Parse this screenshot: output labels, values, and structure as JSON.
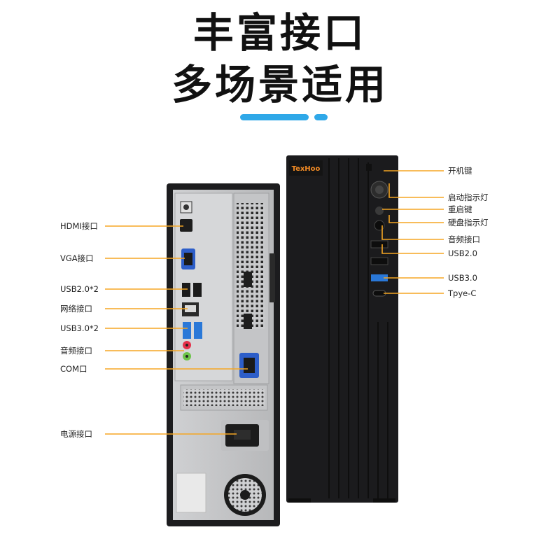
{
  "heading": {
    "line1": "丰富接口",
    "line2": "多场景适用"
  },
  "brand": "TexHoo",
  "colors": {
    "accent_blue": "#2fa8e8",
    "callout_orange": "#f5a623",
    "case_black": "#1b1b1d",
    "panel_silver": "#bdbec0"
  },
  "rear_labels": [
    "HDMI接口",
    "VGA接口",
    "USB2.0*2",
    "网络接口",
    "USB3.0*2",
    "音频接口",
    "COM口",
    "电源接口"
  ],
  "front_labels": [
    "开机键",
    "启动指示灯",
    "重启键",
    "硬盘指示灯",
    "音频接口",
    "USB2.0",
    "USB3.0",
    "Tpye-C"
  ]
}
